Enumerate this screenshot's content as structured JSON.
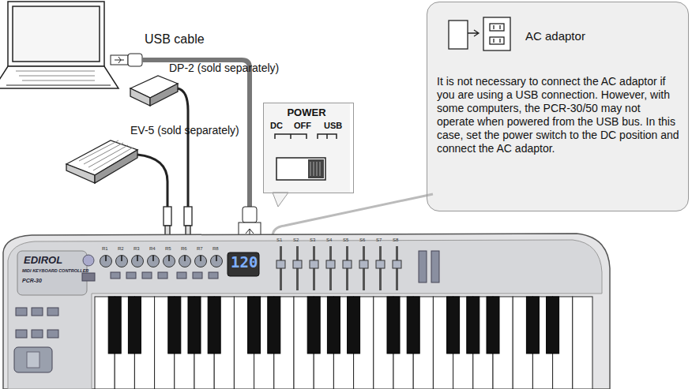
{
  "diagram": {
    "nodes": [
      {
        "text": [
          "POWER",
          "DC",
          "OFF",
          "USB"
        ]
      },
      {
        "text": [
          "AC adaptor",
          "It is not necessary to connect the AC adaptor if you are using a USB connection. However, with some computers, the PCR-30/50 may not operate when powered from the USB bus. In this case, set the power switch to the DC position and connect the AC adaptor."
        ]
      }
    ],
    "labels": [
      "USB cable",
      "DP-2 (sold separately)",
      "EV-5 (sold separately)",
      "EDIROL",
      "MIDI KEYBOARD CONTROLLER",
      "PCR-30",
      "120",
      "R1",
      "R2",
      "R3",
      "R4",
      "R5",
      "R6",
      "R7",
      "R8",
      "S1",
      "S2",
      "S3",
      "S4",
      "S5",
      "S6",
      "S7",
      "S8"
    ]
  }
}
